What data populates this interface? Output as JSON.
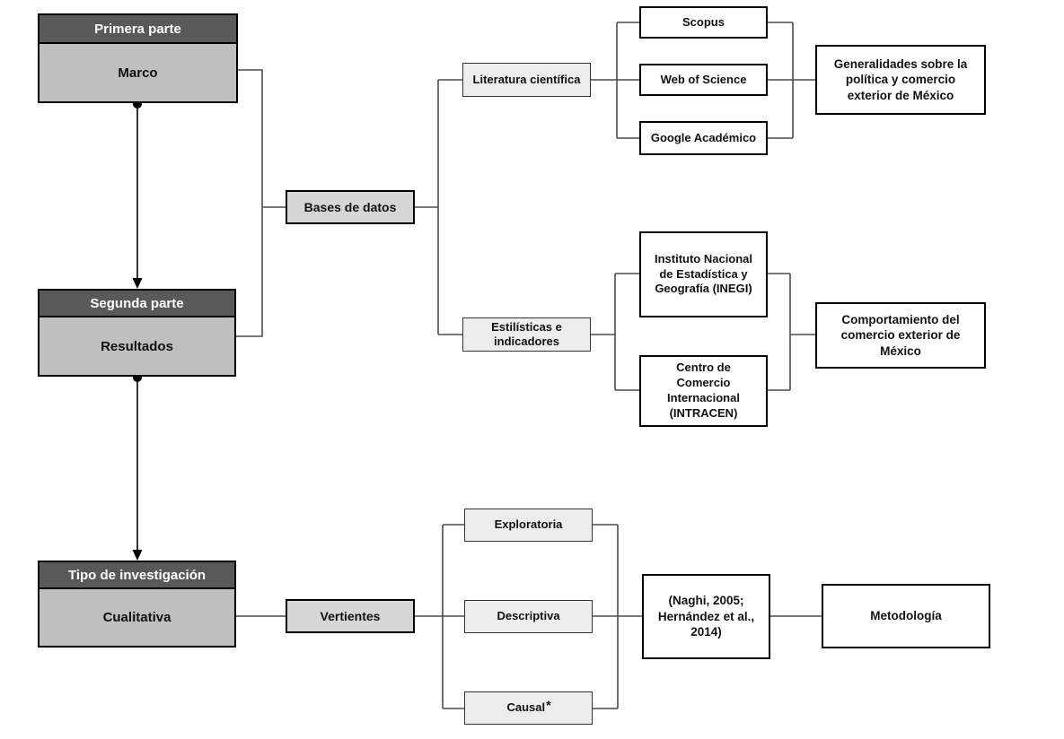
{
  "palette": {
    "stage_header_bg": "#595959",
    "stage_header_text": "#ffffff",
    "stage_body_bg": "#bfbfbf",
    "hub_bg": "#d6d6d6",
    "branch_bg": "#ededed",
    "leaf_bg": "#ffffff",
    "connector_color": "#4d4d4d",
    "arrow_color": "#000000"
  },
  "stages": [
    {
      "header": "Primera parte",
      "body": "Marco"
    },
    {
      "header": "Segunda parte",
      "body": "Resultados"
    },
    {
      "header": "Tipo de investigación",
      "body": "Cualitativa"
    }
  ],
  "databases": {
    "hub": "Bases de datos",
    "branches": [
      {
        "label": "Literatura científica",
        "sources": [
          "Scopus",
          "Web of Science",
          "Google Académico"
        ],
        "outcome": "Generalidades sobre la política y comercio exterior de México"
      },
      {
        "label": "Estilísticas e indicadores",
        "sources": [
          "Instituto Nacional de Estadística y Geografía (INEGI)",
          "Centro de Comercio Internacional (INTRACEN)"
        ],
        "outcome": "Comportamiento del comercio exterior de México"
      }
    ]
  },
  "research": {
    "hub": "Vertientes",
    "types": [
      "Exploratoria",
      "Descriptiva",
      "Causal"
    ],
    "causal_superscript": "*",
    "citation": "(Naghi, 2005; Hernández et al., 2014)",
    "outcome": "Metodología"
  }
}
